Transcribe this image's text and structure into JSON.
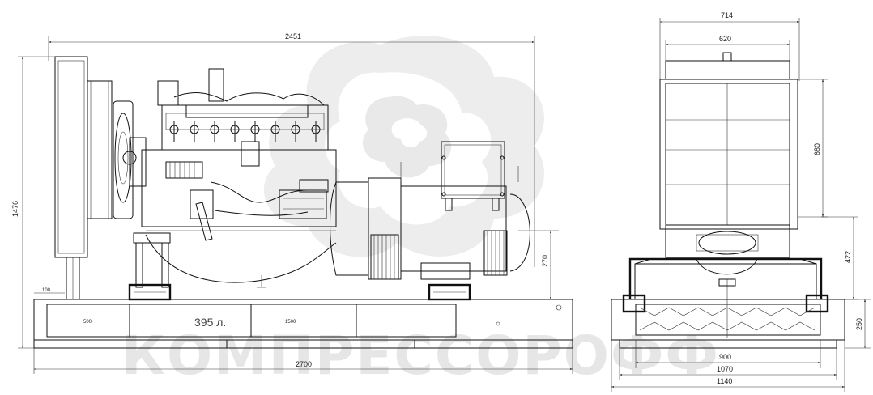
{
  "watermark": {
    "logo_icon": "swirl-logo-icon",
    "color": "#e6e6e6"
  },
  "side_view": {
    "dims": {
      "overall_length_top": "2451",
      "height": "1476",
      "frame_length": "2700",
      "axis_height": "270",
      "small_left": "100",
      "tank_seg_1": "500",
      "tank_seg_2": "1500",
      "tank_volume": "395 л."
    }
  },
  "front_view": {
    "dims": {
      "width_top": "714",
      "width_inner": "620",
      "radiator_height": "680",
      "frame_height": "422",
      "tank_height": "250",
      "width_900": "900",
      "width_1070": "1070",
      "width_1140": "1140"
    }
  },
  "colors": {
    "line": "#111111",
    "text": "#222222",
    "background": "#ffffff"
  }
}
